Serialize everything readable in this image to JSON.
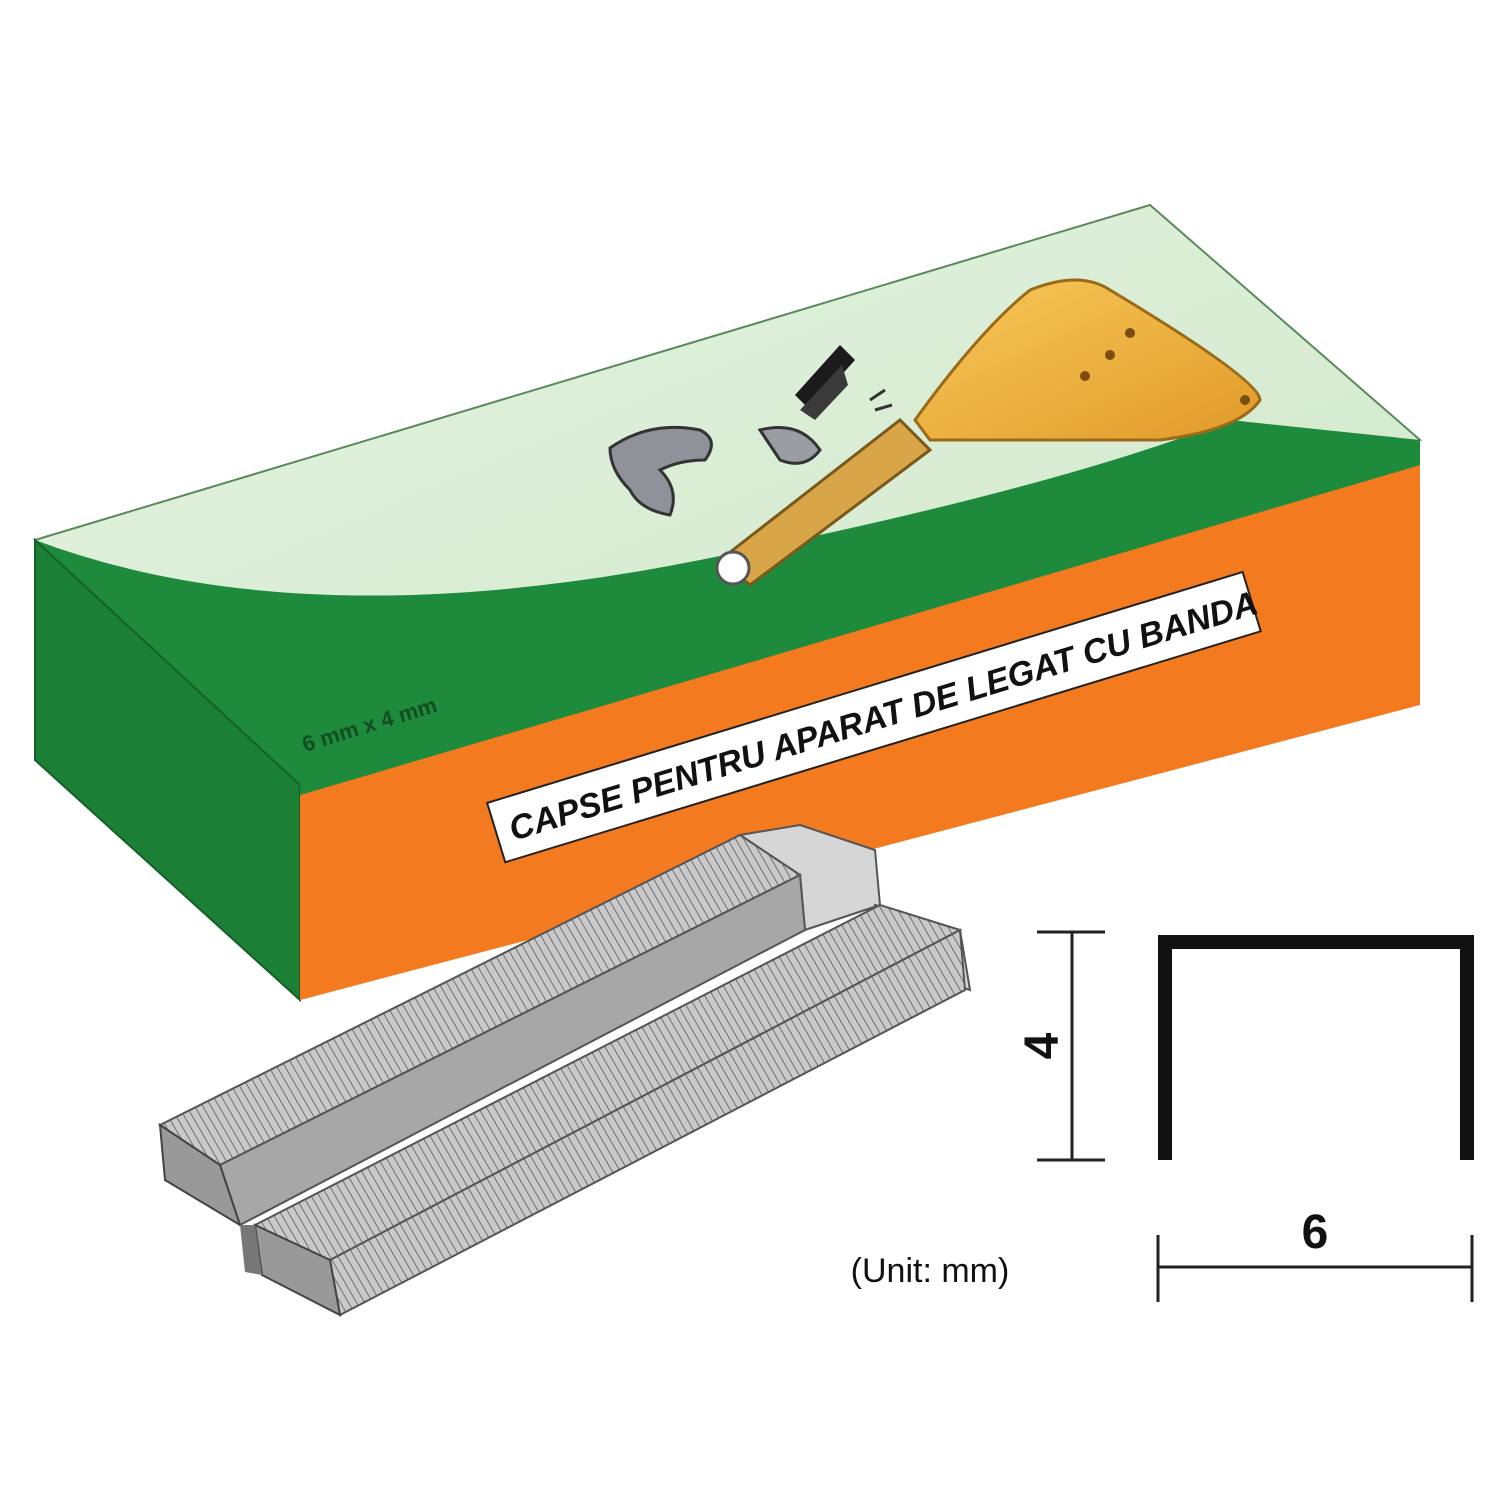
{
  "box": {
    "label": "CAPSE PENTRU APARAT DE LEGAT CU BANDA",
    "size_text": "6 mm x 4 mm"
  },
  "dimensions": {
    "height_value": "4",
    "width_value": "6",
    "unit_caption": "(Unit: mm)"
  },
  "colors": {
    "green_dark": "#1e8a3c",
    "green_light": "#d4ecd0",
    "orange": "#f47a1f",
    "tool_yellow": "#f2b640",
    "steel": "#b4b4b4"
  },
  "icons": {
    "tool": "tapener-tool-illustration",
    "staples": "staple-strips-illustration"
  }
}
